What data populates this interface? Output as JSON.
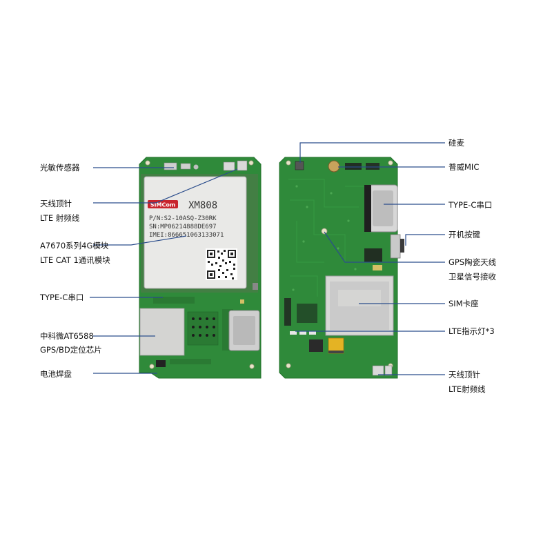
{
  "colors": {
    "pcb": "#2f8a3a",
    "pcb_dark": "#256f2e",
    "pcb_edge": "#3c9a44",
    "leader": "#2b4d8c",
    "shield": "#d8d8d6",
    "module": "#e9e9e7"
  },
  "module": {
    "brand": "SIMCom",
    "model": "XM808",
    "pn": "P/N:S2-10ASQ-Z30RK",
    "sn": "SN:MP06214888DE697",
    "imei": "IMEI:866651063133071"
  },
  "left_labels": [
    {
      "lines": [
        "光敏传感器"
      ]
    },
    {
      "lines": [
        "天线顶针",
        "LTE 射频线"
      ]
    },
    {
      "lines": [
        "A7670系列4G模块",
        "LTE CAT 1通讯模块"
      ]
    },
    {
      "lines": [
        "TYPE-C串口"
      ]
    },
    {
      "lines": [
        "中科微AT6588",
        "GPS/BD定位芯片"
      ]
    },
    {
      "lines": [
        "电池焊盘"
      ]
    }
  ],
  "right_labels": [
    {
      "lines": [
        "硅麦"
      ]
    },
    {
      "lines": [
        "普威MIC"
      ]
    },
    {
      "lines": [
        "TYPE-C串口"
      ]
    },
    {
      "lines": [
        "开机按键"
      ]
    },
    {
      "lines": [
        "GPS陶瓷天线",
        "卫星信号接收"
      ]
    },
    {
      "lines": [
        "SIM卡座"
      ]
    },
    {
      "lines": [
        "LTE指示灯*3"
      ]
    },
    {
      "lines": [
        "天线顶针",
        "LTE射频线"
      ]
    }
  ]
}
